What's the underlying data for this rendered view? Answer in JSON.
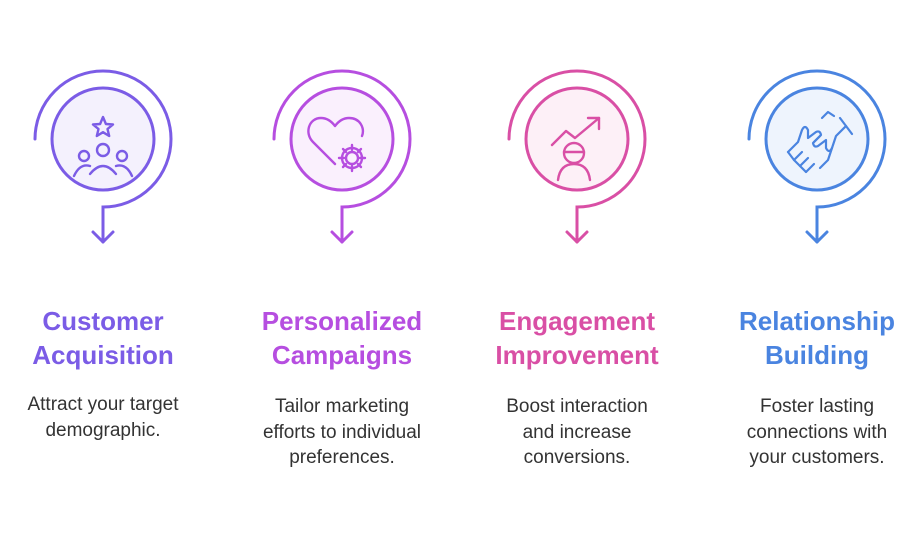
{
  "steps": [
    {
      "title": [
        "Customer",
        "Acquisition"
      ],
      "description": [
        "Attract your target",
        "demographic."
      ],
      "color": "#7b5ce6",
      "fill": "#f4f1fd",
      "icon": "group-star-icon"
    },
    {
      "title": [
        "Personalized",
        "Campaigns"
      ],
      "description": [
        "Tailor marketing",
        "efforts to individual",
        "preferences."
      ],
      "color": "#b64ee0",
      "fill": "#faf0fd",
      "icon": "heart-gear-icon"
    },
    {
      "title": [
        "Engagement",
        "Improvement"
      ],
      "description": [
        "Boost interaction",
        "and increase",
        "conversions."
      ],
      "color": "#d94fa5",
      "fill": "#fdf0f7",
      "icon": "person-growth-icon"
    },
    {
      "title": [
        "Relationship",
        "Building"
      ],
      "description": [
        "Foster lasting",
        "connections with",
        "your customers."
      ],
      "color": "#4a84e0",
      "fill": "#eef4fd",
      "icon": "handshake-icon"
    }
  ]
}
